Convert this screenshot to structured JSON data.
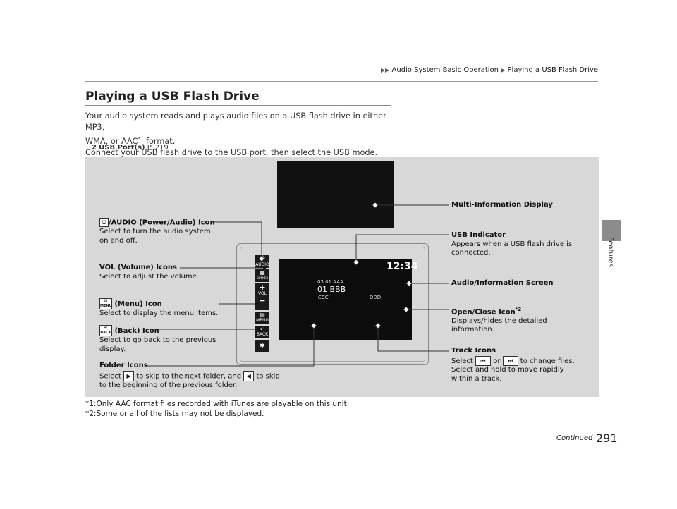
{
  "breadcrumb": {
    "section": "Audio System Basic Operation",
    "page": "Playing a USB Flash Drive"
  },
  "side_tab": {
    "label": "Features"
  },
  "title": "Playing a USB Flash Drive",
  "intro": {
    "line1_a": "Your audio system reads and plays audio files on a USB flash drive in either MP3,",
    "line2_a": "WMA, or AAC",
    "line2_sup": "*1",
    "line2_b": " format.",
    "line3": "Connect your USB flash drive to the USB port, then select the USB mode."
  },
  "reference": {
    "icon": "2",
    "label": "USB Port(s)",
    "page": "P. 219"
  },
  "display": {
    "clock": "12:34",
    "line1": "03  01 AAA",
    "line2": "01 BBB",
    "line3a": "CCC",
    "line3b": "DDD"
  },
  "unit_buttons": {
    "audio": "AUDIO",
    "dimmer": "DIMMER",
    "vol": "VOL",
    "menu": "MENU",
    "back": "BACK"
  },
  "callouts": {
    "mid": {
      "heading": "Multi-Information Display"
    },
    "power": {
      "heading": "/AUDIO (Power/Audio) Icon",
      "line1": "Select to turn the audio system",
      "line2": "on and off."
    },
    "usb": {
      "heading": "USB Indicator",
      "line1": "Appears when a USB flash drive is",
      "line2": "connected."
    },
    "vol": {
      "heading": "VOL (Volume) Icons",
      "line1": "Select to adjust the volume."
    },
    "screen": {
      "heading": "Audio/Information Screen"
    },
    "menu": {
      "icon_text": "MENU",
      "heading": " (Menu) Icon",
      "line1": "Select to display the menu items."
    },
    "open": {
      "heading": "Open/Close Icon",
      "sup": "*2",
      "line1": "Displays/hides the detailed",
      "line2": "information."
    },
    "back": {
      "icon_text": "BACK",
      "heading": " (Back) Icon",
      "line1": "Select to go back to the previous",
      "line2": "display."
    },
    "track": {
      "heading": "Track Icons",
      "line1a": "Select ",
      "line1b": " or ",
      "line1c": " to change files.",
      "line2": "Select and hold to move rapidly",
      "line3": "within a track."
    },
    "folder": {
      "heading": "Folder Icons",
      "line1a": "Select ",
      "line1b": " to skip to the next folder, and ",
      "line1c": " to skip",
      "line2": "to the beginning of the previous folder."
    }
  },
  "footnotes": {
    "fn1": "*1:Only AAC format files recorded with iTunes are playable on this unit.",
    "fn2": "*2:Some or all of the lists may not be displayed."
  },
  "footer": {
    "continued": "Continued",
    "page_number": "291"
  },
  "colors": {
    "figure_bg": "#d8d8d8",
    "screen": "#0c0c0c",
    "tab": "#8c8c8c"
  }
}
